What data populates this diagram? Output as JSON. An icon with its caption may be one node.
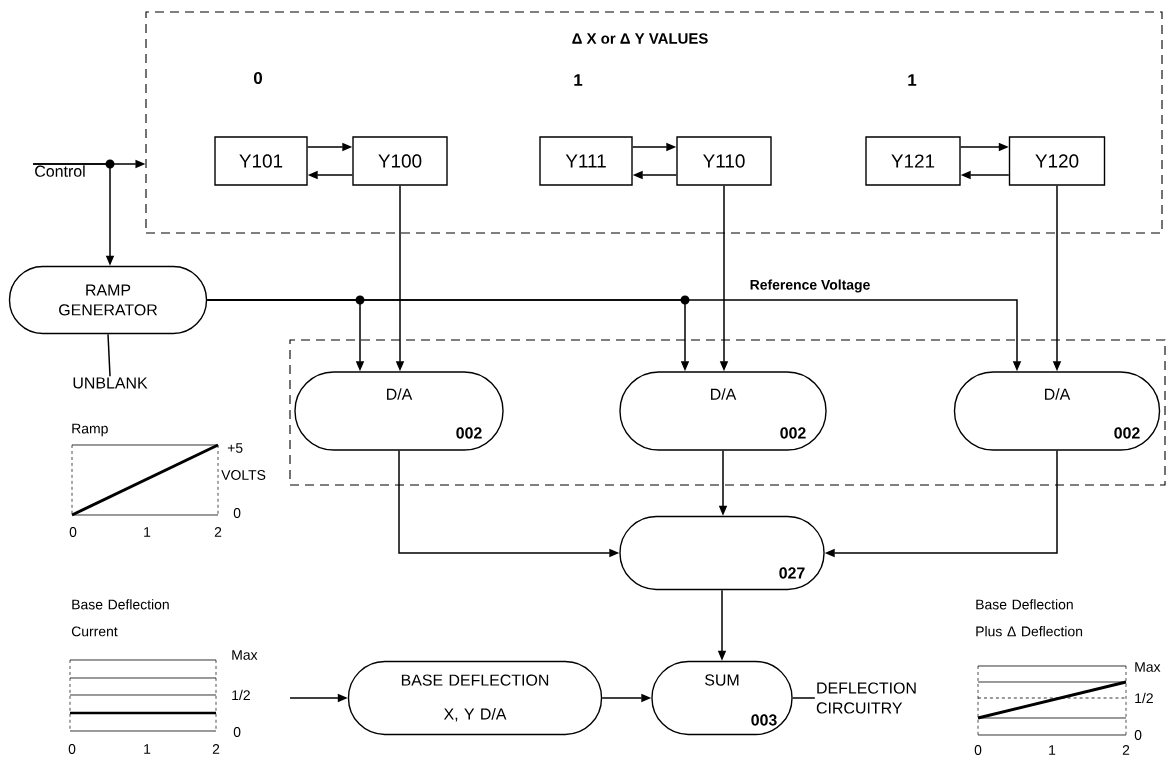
{
  "diagram": {
    "nodes": [
      {
        "text": [
          "Δ X or Δ Y VALUES"
        ]
      },
      {
        "text": [
          "Y101"
        ],
        "in": 0
      },
      {
        "text": [
          "Y100"
        ],
        "in": 0
      },
      {
        "text": [
          "Y111"
        ],
        "in": 0
      },
      {
        "text": [
          "Y110"
        ],
        "in": 0
      },
      {
        "text": [
          "Y121"
        ],
        "in": 0
      },
      {
        "text": [
          "Y120"
        ],
        "in": 0
      },
      {
        "text": [
          "Control"
        ]
      },
      {
        "text": [
          "RAMP GENERATOR"
        ]
      },
      {
        "text": [
          "UNBLANK"
        ]
      },
      {
        "text": [],
        "shape": "box"
      },
      {
        "text": [
          "D/A",
          "002"
        ],
        "in": 10
      },
      {
        "text": [
          "D/A",
          "002"
        ],
        "in": 10
      },
      {
        "text": [
          "D/A",
          "002"
        ],
        "in": 10
      },
      {
        "text": [
          "027"
        ]
      },
      {
        "text": [
          "BASE DEFLECTION X, Y D/A"
        ]
      },
      {
        "text": [
          "SUM",
          "003"
        ]
      },
      {
        "text": [
          "DEFLECTION CIRCUITRY"
        ]
      }
    ],
    "edges": [
      {
        "from": 7,
        "to": 0,
        "arrow": "to"
      },
      {
        "from": 7,
        "to": 8,
        "arrow": "to"
      },
      {
        "from": 1,
        "to": 2,
        "arrow": "to"
      },
      {
        "from": 2,
        "to": 1,
        "arrow": "to"
      },
      {
        "from": 3,
        "to": 4,
        "arrow": "to"
      },
      {
        "from": 4,
        "to": 3,
        "arrow": "to"
      },
      {
        "from": 5,
        "to": 6,
        "arrow": "to"
      },
      {
        "from": 6,
        "to": 5,
        "arrow": "to"
      },
      {
        "from": 2,
        "to": 11,
        "arrow": "to"
      },
      {
        "from": 4,
        "to": 12,
        "arrow": "to"
      },
      {
        "from": 6,
        "to": 13,
        "arrow": "to"
      },
      {
        "from": 8,
        "to": 11,
        "arrow": "to"
      },
      {
        "from": 8,
        "to": 12,
        "arrow": "to"
      },
      {
        "from": 8,
        "to": 13,
        "arrow": "to",
        "label": "Reference Voltage"
      },
      {
        "from": 8,
        "to": 9,
        "arrow": "none"
      },
      {
        "from": 11,
        "to": 14,
        "arrow": "to"
      },
      {
        "from": 12,
        "to": 14,
        "arrow": "to"
      },
      {
        "from": 13,
        "to": 14,
        "arrow": "to"
      },
      {
        "from": 14,
        "to": 16,
        "arrow": "to"
      },
      {
        "from": 15,
        "to": 16,
        "arrow": "to"
      },
      {
        "from": null,
        "to": 15,
        "arrow": "to"
      },
      {
        "from": 16,
        "to": 17,
        "arrow": "none"
      }
    ],
    "labels": [
      "0",
      "1",
      "1",
      "Ramp",
      "+5",
      "VOLTS",
      "0",
      "0",
      "1",
      "2",
      "Base Deflection Current",
      "Max",
      "1/2",
      "0",
      "0",
      "1",
      "2",
      "Base Deflection Plus Δ Deflection",
      "Max",
      "1/2",
      "0",
      "0",
      "1",
      "2"
    ]
  }
}
